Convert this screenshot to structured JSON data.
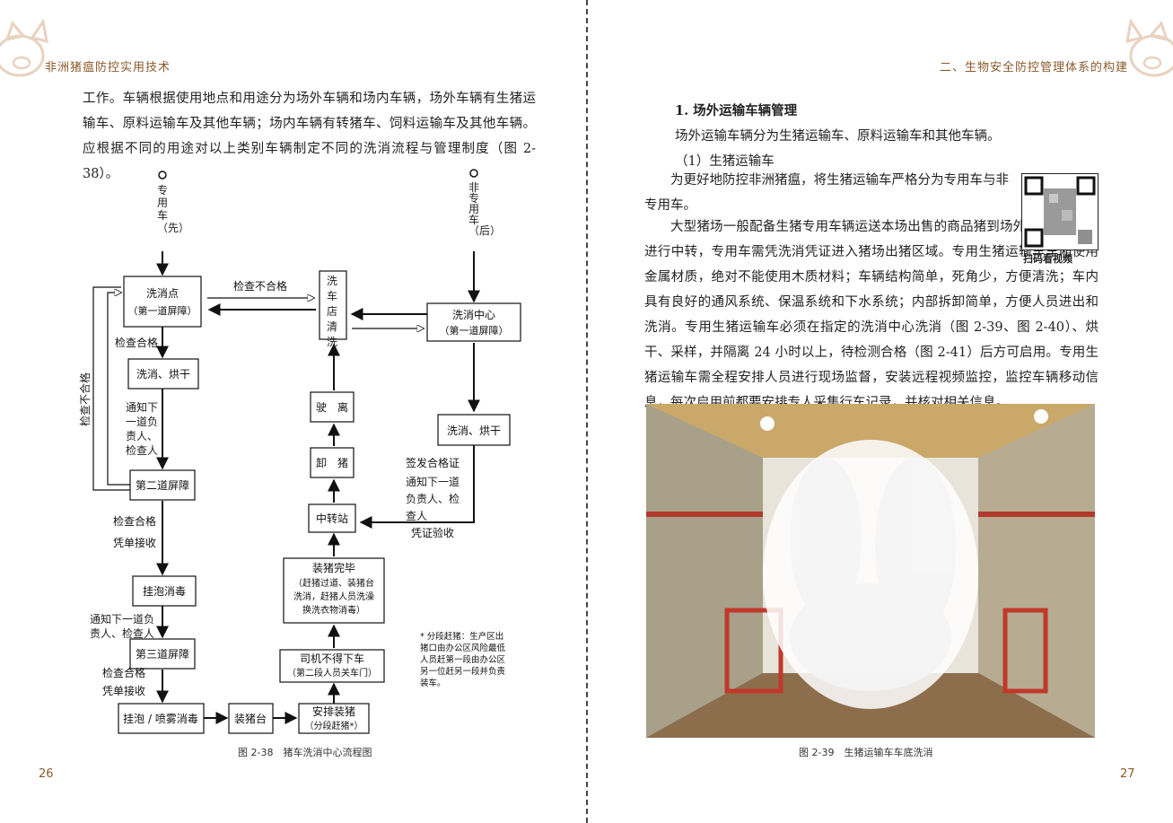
{
  "left": {
    "running_head": "非洲猪瘟防控实用技术",
    "paragraph": "工作。车辆根据使用地点和用途分为场外车辆和场内车辆，场外车辆有生猪运输车、原料运输车及其他车辆；场内车辆有转猪车、饲料运输车及其他车辆。应根据不同的用途对以上类别车辆制定不同的洗消流程与管理制度（图 2-38）。",
    "figure_caption": "图 2-38　猪车洗消中心流程图",
    "page_number": "26",
    "flowchart": {
      "start_dedicated": "专用车（先）",
      "start_nondedicated": "非专用车（后）",
      "wash_point": "洗消点",
      "barrier1": "（第一道屏障）",
      "check_fail_top": "检查不合格",
      "car_wash_shop": "洗车店清洗",
      "wash_center": "洗消中心",
      "barrier1b": "（第一道屏障）",
      "check_pass1": "检查合格",
      "wash_dry_left": "洗消、烘干",
      "check_fail_side": "检查不合格",
      "notify1": "通知下一道负责人、检查人",
      "barrier2": "第二道屏障",
      "check_pass2": "检查合格",
      "voucher1": "凭单接收",
      "foam": "挂泡消毒",
      "notify2": "通知下一道负责人、检查人",
      "barrier3": "第三道屏障",
      "check_pass3": "检查合格",
      "voucher2": "凭单接收",
      "foam_spray": "挂泡 / 喷雾消毒",
      "loading_platform": "装猪台",
      "arrange_title": "安排装猪",
      "arrange_sub": "（分段赶猪*）",
      "driver_title": "司机不得下车",
      "driver_sub": "（第二段人员关车门）",
      "loading_done_title": "装猪完毕",
      "loading_done_sub1": "（赶猪过道、装猪台",
      "loading_done_sub2": "洗消，赶猪人员洗澡",
      "loading_done_sub3": "换洗衣物消毒）",
      "transfer": "中转站",
      "unload": "卸　猪",
      "leave": "驶　离",
      "wash_dry_right": "洗消、烘干",
      "issue_cert": "签发合格证",
      "notify3": "通知下一道负责人、检查人",
      "cert_check": "凭证验收",
      "note1": "* 分段赶猪：生产区出",
      "note2": "猪口由办公区风险最低",
      "note3": "人员赶第一段由办公区",
      "note4": "另一位赶另一段并负责",
      "note5": "装车。"
    }
  },
  "right": {
    "running_head": "二、生物安全防控管理体系的构建",
    "heading": "1. 场外运输车辆管理",
    "p1": "场外运输车辆分为生猪运输车、原料运输车和其他车辆。",
    "sub_heading": "（1）生猪运输车",
    "p2": "为更好地防控非洲猪瘟，将生猪运输车严格分为专用车与非专用车。",
    "p3": "大型猪场一般配备生猪专用车辆运送本场出售的商品猪到场外中转站（点）进行中转，专用车需凭洗消凭证进入猪场出猪区域。专用生猪运输车车厢使用金属材质，绝对不能使用木质材料；车辆结构简单，死角少，方便清洗；车内具有良好的通风系统、保温系统和下水系统；内部拆卸简单，方便人员进出和洗消。专用生猪运输车必须在指定的洗消中心洗消（图 2-39、图 2-40）、烘干、采样，并隔离 24 小时以上，待检测合格（图 2-41）后方可启用。专用生猪运输车需全程安排人员进行现场监督，安装远程视频监控，监控车辆移动信息，每次启用前都要安排专人采集行车记录，并核对相关信息。",
    "qr_label": "扫码看视频",
    "figure_caption": "图 2-39　生猪运输车车底洗消",
    "page_number": "27"
  },
  "colors": {
    "accent": "#8a5a2b",
    "ink": "#222222"
  }
}
